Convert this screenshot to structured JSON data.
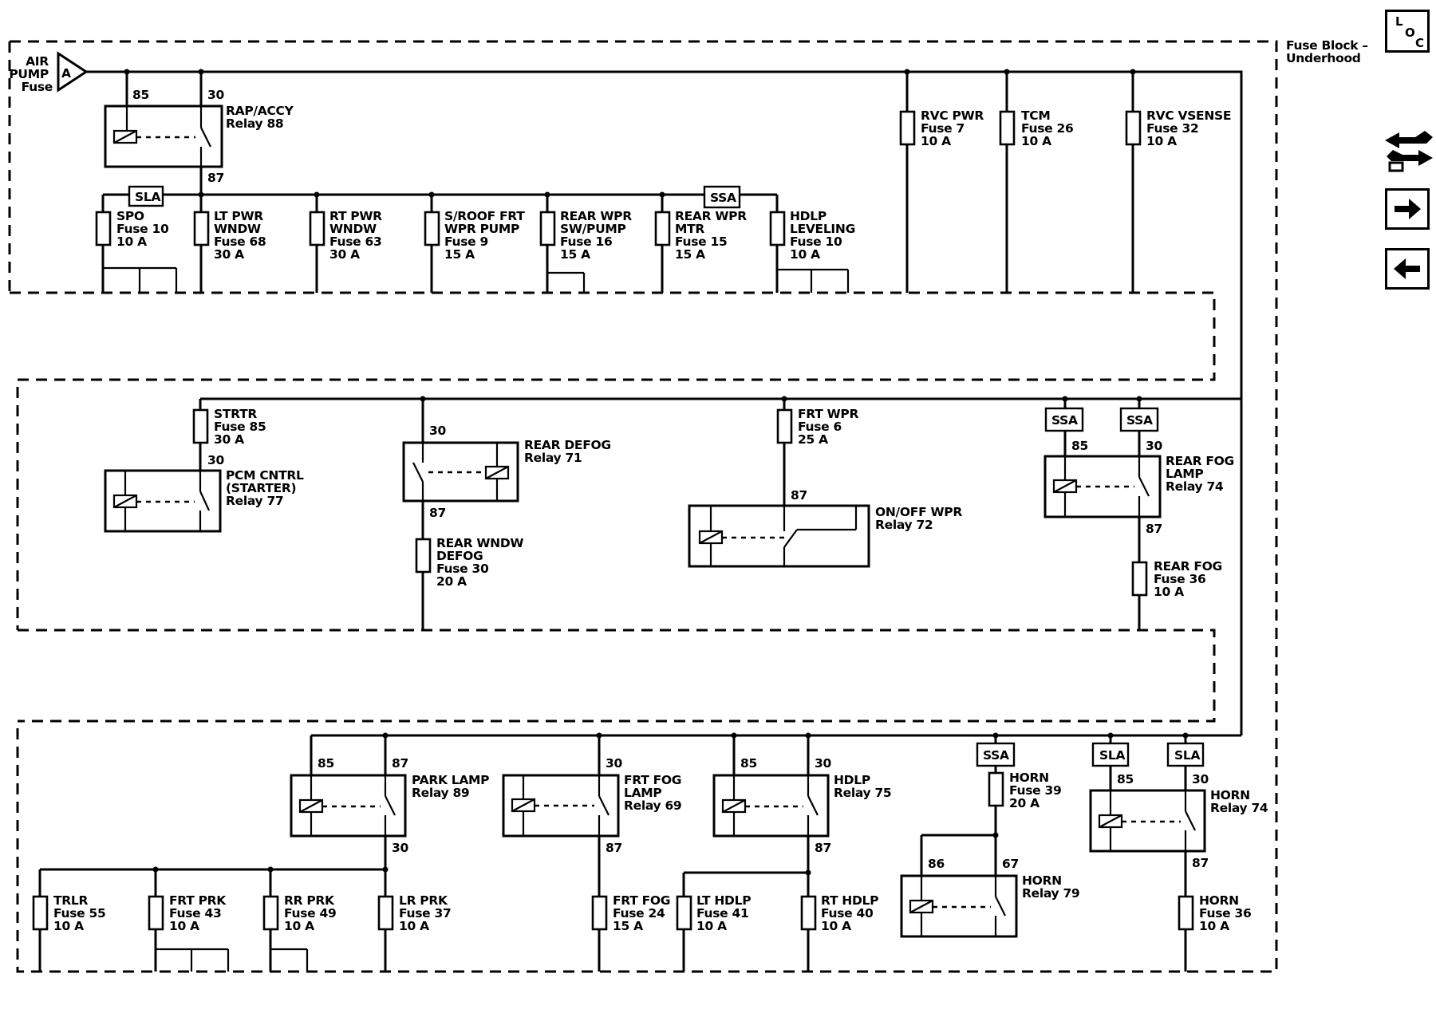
{
  "fuse_block_title": [
    "Fuse Block –",
    "Underhood"
  ],
  "air_pump": {
    "lines": [
      "AIR",
      "PUMP",
      "Fuse"
    ],
    "connector": "A"
  },
  "nav": {
    "loc": [
      "L",
      "O",
      "C"
    ]
  },
  "icons": {
    "loc": "loc-icon",
    "tools": "component-tools-icon",
    "next": "arrow-right-icon",
    "prev": "arrow-left-icon"
  },
  "pins": {
    "p85": "85",
    "p30": "30",
    "p87": "87",
    "p86": "86",
    "p67": "67"
  },
  "tags": {
    "sla": "SLA",
    "ssa": "SSA"
  },
  "relays": {
    "rap": [
      "RAP/ACCY",
      "Relay 88"
    ],
    "pcm": [
      "PCM CNTRL",
      "(STARTER)",
      "Relay 77"
    ],
    "rear_defog": [
      "REAR DEFOG",
      "Relay 71"
    ],
    "onoff_wpr": [
      "ON/OFF WPR",
      "Relay 72"
    ],
    "rear_fog": [
      "REAR FOG",
      "LAMP",
      "Relay 74"
    ],
    "park": [
      "PARK LAMP",
      "Relay 89"
    ],
    "frt_fog": [
      "FRT FOG",
      "LAMP",
      "Relay 69"
    ],
    "hdlp": [
      "HDLP",
      "Relay 75"
    ],
    "horn79": [
      "HORN",
      "Relay 79"
    ],
    "horn74": [
      "HORN",
      "Relay 74"
    ]
  },
  "fuses": {
    "spo": [
      "SPO",
      "Fuse 10",
      "10 A"
    ],
    "lt_pwr": [
      "LT PWR",
      "WNDW",
      "Fuse 68",
      "30 A"
    ],
    "rt_pwr": [
      "RT PWR",
      "WNDW",
      "Fuse 63",
      "30 A"
    ],
    "sroof": [
      "S/ROOF FRT",
      "WPR PUMP",
      "Fuse 9",
      "15 A"
    ],
    "rear_wpr_sw": [
      "REAR WPR",
      "SW/PUMP",
      "Fuse 16",
      "15 A"
    ],
    "rear_wpr_mtr": [
      "REAR WPR",
      "MTR",
      "Fuse 15",
      "15 A"
    ],
    "hdlp_lev": [
      "HDLP",
      "LEVELING",
      "Fuse 10",
      "10 A"
    ],
    "rvc_pwr": [
      "RVC PWR",
      "Fuse 7",
      "10 A"
    ],
    "tcm": [
      "TCM",
      "Fuse 26",
      "10 A"
    ],
    "rvc_vsense": [
      "RVC VSENSE",
      "Fuse 32",
      "10 A"
    ],
    "strtr": [
      "STRTR",
      "Fuse 85",
      "30 A"
    ],
    "rear_wndw": [
      "REAR WNDW",
      "DEFOG",
      "Fuse 30",
      "20 A"
    ],
    "frt_wpr": [
      "FRT WPR",
      "Fuse 6",
      "25 A"
    ],
    "rear_fog": [
      "REAR FOG",
      "Fuse 36",
      "10 A"
    ],
    "horn39": [
      "HORN",
      "Fuse 39",
      "20 A"
    ],
    "trlr": [
      "TRLR",
      "Fuse 55",
      "10 A"
    ],
    "frt_prk": [
      "FRT PRK",
      "Fuse 43",
      "10 A"
    ],
    "rr_prk": [
      "RR PRK",
      "Fuse 49",
      "10 A"
    ],
    "lr_prk": [
      "LR PRK",
      "Fuse 37",
      "10 A"
    ],
    "frt_fog": [
      "FRT FOG",
      "Fuse 24",
      "15 A"
    ],
    "lt_hdlp": [
      "LT HDLP",
      "Fuse 41",
      "10 A"
    ],
    "rt_hdlp": [
      "RT HDLP",
      "Fuse 40",
      "10 A"
    ],
    "horn36": [
      "HORN",
      "Fuse 36",
      "10 A"
    ]
  }
}
